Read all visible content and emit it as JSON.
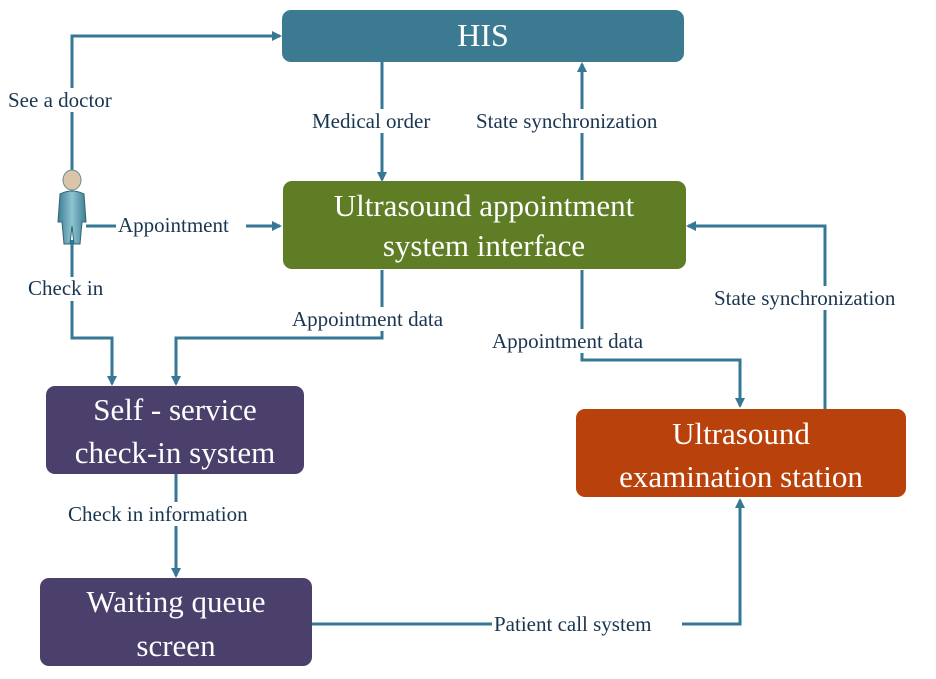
{
  "colors": {
    "arrow": "#367794",
    "his": "#3b7a91",
    "ultrasound_interface": "#5f7d25",
    "self_service": "#4b3f6b",
    "waiting_queue": "#4b3f6b",
    "exam_station": "#b9420c",
    "label_text": "#1a3550"
  },
  "nodes": {
    "his": {
      "label": "HIS"
    },
    "interface": {
      "line1": "Ultrasound appointment",
      "line2": "system interface"
    },
    "self_service": {
      "line1": "Self - service",
      "line2": "check-in system"
    },
    "waiting_queue": {
      "line1": "Waiting queue",
      "line2": "screen"
    },
    "exam_station": {
      "line1": "Ultrasound",
      "line2": "examination station"
    },
    "patient": {
      "icon": "person-icon"
    }
  },
  "edges": {
    "see_doctor": "See a doctor",
    "appointment": "Appointment",
    "check_in": "Check in",
    "medical_order": "Medical order",
    "state_sync_his": "State synchronization",
    "appt_data_left": "Appointment data",
    "appt_data_right": "Appointment data",
    "state_sync_exam": "State synchronization",
    "check_in_info": "Check in information",
    "patient_call": "Patient call system"
  }
}
